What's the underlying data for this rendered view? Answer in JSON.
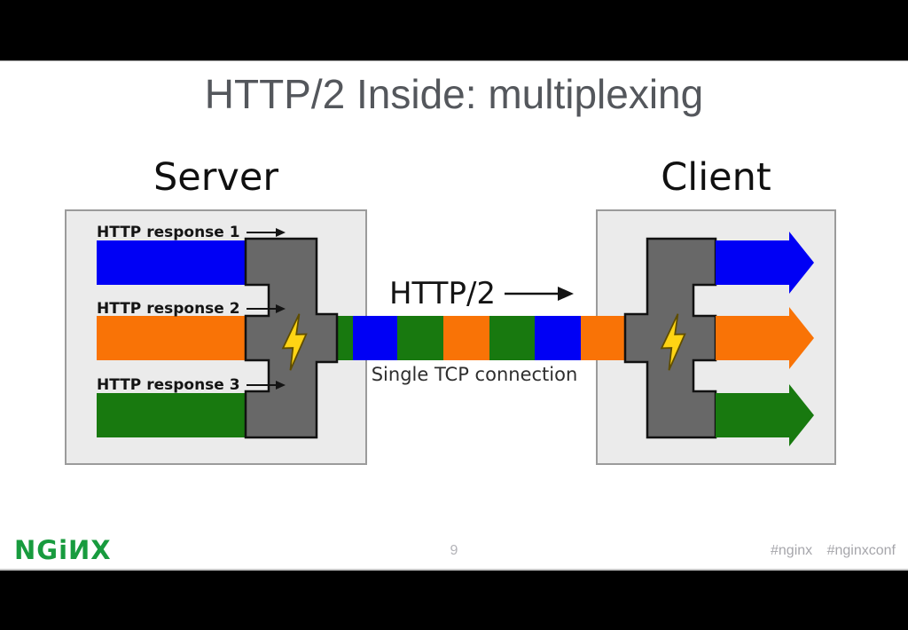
{
  "slide": {
    "title": "HTTP/2 Inside: multiplexing",
    "server": {
      "heading": "Server"
    },
    "client": {
      "heading": "Client"
    },
    "responses": [
      {
        "label": "HTTP response 1",
        "color": "#0000f5"
      },
      {
        "label": "HTTP response 2",
        "color": "#f97306"
      },
      {
        "label": "HTTP response 3",
        "color": "#18790f"
      }
    ],
    "connection": {
      "protocol_label": "HTTP/2",
      "caption": "Single TCP connection",
      "segments": [
        [
          "#18790f",
          18
        ],
        [
          "#0000f5",
          50
        ],
        [
          "#18790f",
          52
        ],
        [
          "#f97306",
          52
        ],
        [
          "#18790f",
          51
        ],
        [
          "#0000f5",
          52
        ],
        [
          "#f97306",
          50
        ]
      ]
    }
  },
  "footer": {
    "logo_text": "NGiИX",
    "page_number": "9",
    "hashtags": [
      "#nginx",
      "#nginxconf"
    ]
  },
  "colors": {
    "mux_body": "#686868",
    "mux_outline": "#111111",
    "bolt_fill": "#ffd414",
    "bolt_outline": "#5f4d00",
    "arrow_ink": "#141414",
    "logo_green": "#189b3e"
  }
}
